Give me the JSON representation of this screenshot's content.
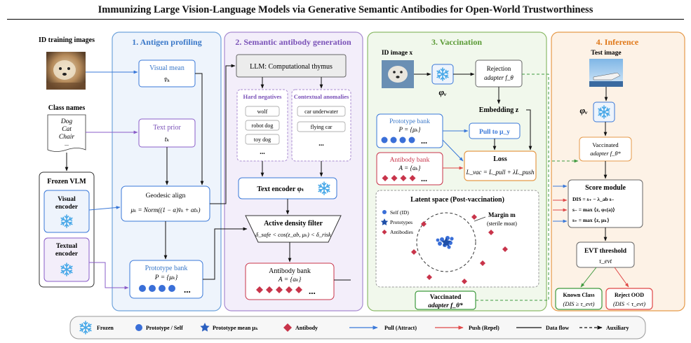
{
  "title": "Immunizing Large Vision-Language Models via Generative Semantic Antibodies for Open-World Trustworthiness",
  "left": {
    "id_training_images": "ID training images",
    "class_names": "Class names",
    "class_list": [
      "Dog",
      "Cat",
      "Chair",
      "..."
    ],
    "frozen_vlm": "Frozen VLM",
    "visual_encoder": [
      "Visual",
      "encoder"
    ],
    "textual_encoder": [
      "Textual",
      "encoder"
    ]
  },
  "panel1": {
    "title": "1. Antigen profiling",
    "visual_mean": "Visual mean",
    "visual_mean_sym": "v̄ₖ",
    "text_prior": "Text prior",
    "text_prior_sym": "tₖ",
    "geodesic_align": "Geodesic align",
    "geodesic_formula": "μₖ = Norm((1 − α)v̄ₖ + αtₖ)",
    "prototype_bank": "Prototype bank",
    "prototype_formula": "P = {μₖ}",
    "ellipsis": "..."
  },
  "panel2": {
    "title": "2. Semantic antibody generation",
    "llm": "LLM: Computational thymus",
    "hard_negatives": "Hard negatives",
    "hard_items": [
      "wolf",
      "robot dog",
      "toy dog",
      "..."
    ],
    "contextual_anomalies": "Contextual anomalies",
    "context_items": [
      "car underwater",
      "flying car",
      "..."
    ],
    "text_encoder": "Text encoder φₜ",
    "density_filter": "Active density filter",
    "density_formula": "δ_safe < cos(z_ab, μₖ) < δ_risk",
    "antibody_bank": "Antibody bank",
    "antibody_formula": "A = {aₖ}",
    "ellipsis": "..."
  },
  "panel3": {
    "title": "3. Vaccination",
    "id_image": "ID image x",
    "phi_v": "φᵥ",
    "rejection_adapter": [
      "Rejection",
      "adapter f_θ"
    ],
    "embedding": "Embedding z",
    "prototype_bank": "Prototype bank",
    "prototype_formula": "P = {μₖ}",
    "pull_to": "Pull to μ_y",
    "antibody_bank": "Antibody bank",
    "antibody_formula": "A = {aₖ}",
    "loss": "Loss",
    "loss_formula": "L_vac = L_pull + λL_push",
    "latent_title": "Latent space (Post-vaccination)",
    "legend_self": "Self (ID)",
    "legend_prototypes": "Prototypes",
    "legend_antibodies": "Antibodies",
    "margin": "Margin m",
    "sterile": "(sterile moat)",
    "vaccinated_adapter": [
      "Vaccinated",
      "adapter f_θ*"
    ],
    "ellipsis": "..."
  },
  "panel4": {
    "title": "4. Inference",
    "test_image": "Test image",
    "phi_v": "φᵥ",
    "vaccinated_adapter": [
      "Vaccinated",
      "adapter f_θ*"
    ],
    "score_module": "Score module",
    "dis": "DIS = s₊ − λ_ab s₋",
    "s_minus": "s₋ = max ⟨z, φₜ(a)⟩",
    "s_plus": "s₊ = max ⟨z, μₖ⟩",
    "evt": "EVT threshold",
    "tau": "τ_evt",
    "known_class": "Known Class",
    "known_formula": "(DIS ≥ τ_evt)",
    "reject_ood": "Reject OOD",
    "reject_formula": "(DIS < τ_evt)"
  },
  "legend": {
    "frozen": "Frozen",
    "prototype_self": "Prototype / Self",
    "prototype_mean": "Prototype mean μₖ",
    "antibody": "Antibody",
    "pull": "Pull (Attract)",
    "push": "Push (Repel)",
    "data_flow": "Data flow",
    "auxiliary": "Auxiliary"
  },
  "colors": {
    "panel1_fill": "#eef4fc",
    "panel1_stroke": "#6fa3dc",
    "panel1_title": "#3a78c8",
    "panel2_fill": "#f3eefa",
    "panel2_stroke": "#a88bd0",
    "panel2_title": "#7a52b8",
    "panel3_fill": "#f1f8ec",
    "panel3_stroke": "#8dbb6a",
    "panel3_title": "#5a9a35",
    "panel4_fill": "#fdf2e6",
    "panel4_stroke": "#e69a4a",
    "panel4_title": "#e07818",
    "blue": "#3a78d8",
    "red": "#e04848",
    "purple": "#8a5cc8",
    "green": "#3f9a3f",
    "antibody": "#c8344a",
    "proto": "#3a6fd8"
  }
}
